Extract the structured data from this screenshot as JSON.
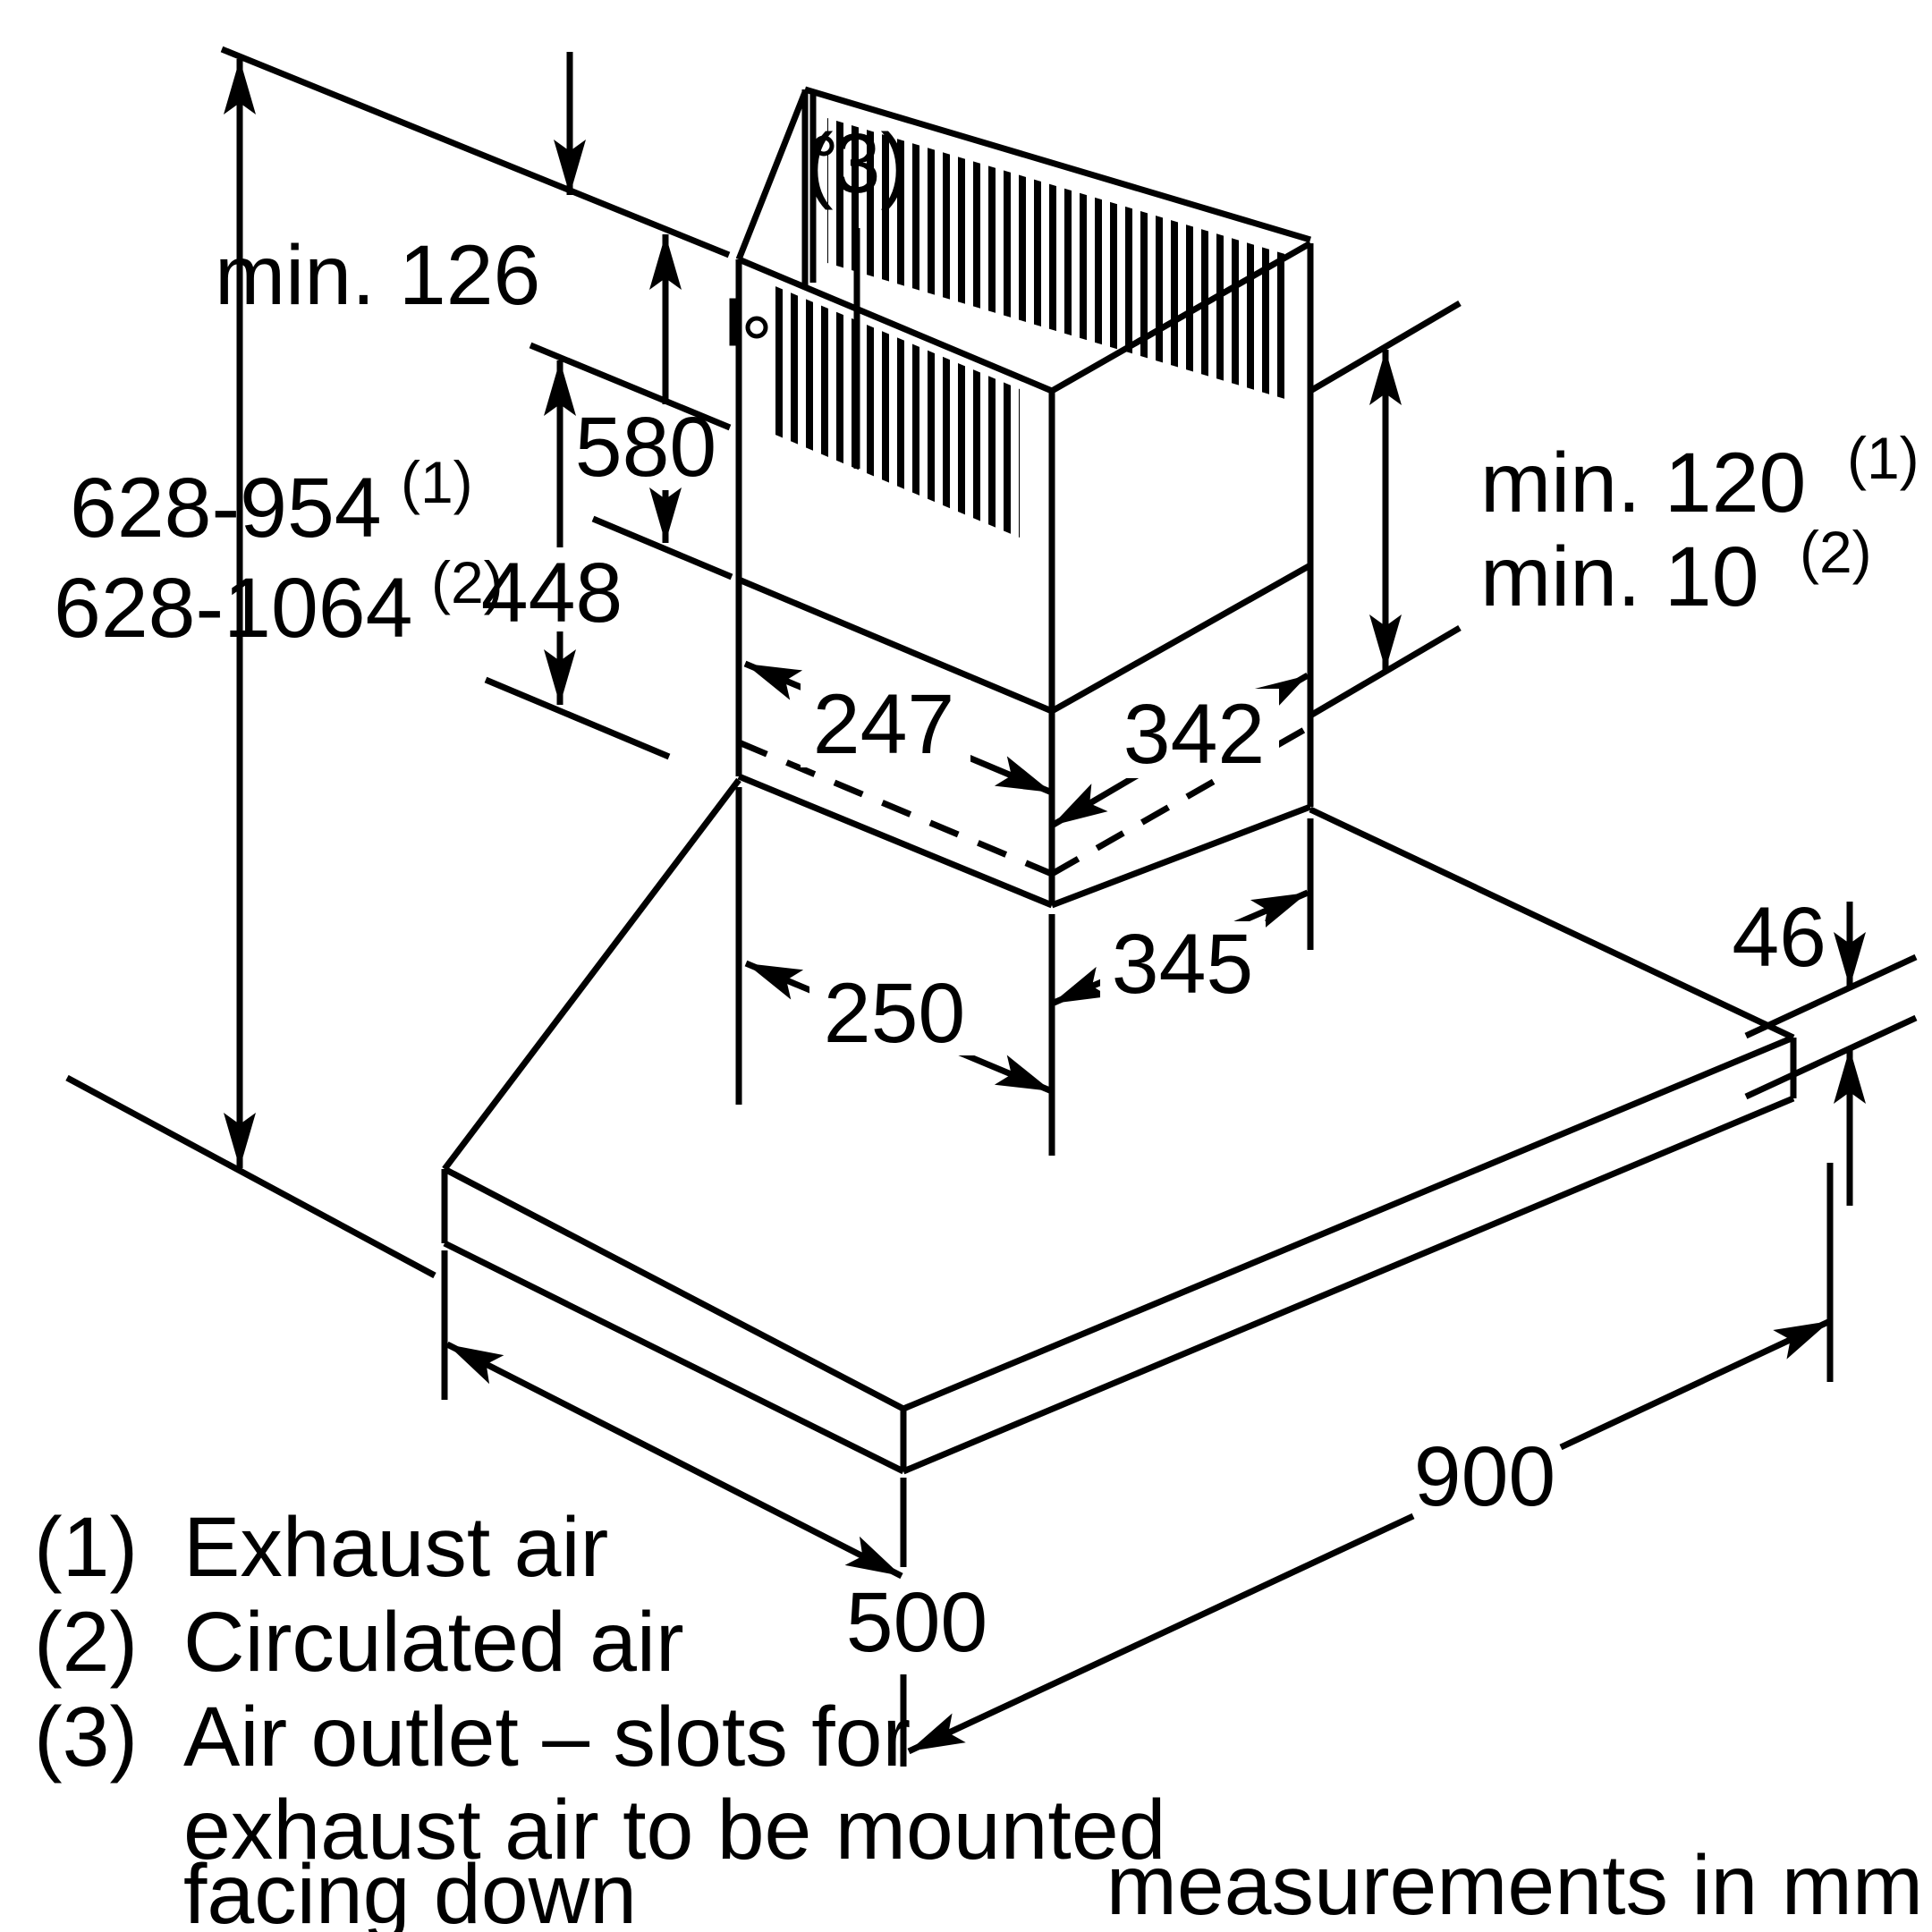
{
  "dimensions": {
    "ceiling_clearance": "min. 126",
    "overall_height_exhaust": {
      "value": "628-954",
      "sup": "(1)"
    },
    "overall_height_recirc": {
      "value": "628-1064",
      "sup": "(2)"
    },
    "upper_chimney_height": "580",
    "lower_chimney_height": "448",
    "upper_duct_width": "247",
    "upper_duct_depth": "342",
    "extension_exhaust": {
      "value": "min. 120",
      "sup": "(1)"
    },
    "extension_recirc": {
      "value": "min. 10",
      "sup": "(2)"
    },
    "lower_duct_width": "250",
    "lower_duct_depth": "345",
    "canopy_thickness": "46",
    "canopy_width": "900",
    "canopy_depth": "500",
    "air_outlet_label": "(3)"
  },
  "footnotes": [
    {
      "marker": "(1)",
      "text": "Exhaust air"
    },
    {
      "marker": "(2)",
      "text": "Circulated air"
    },
    {
      "marker": "(3)",
      "text": "Air outlet – slots for",
      "text_line2": "exhaust air to be mounted",
      "text_line3": "facing down"
    }
  ],
  "footer": "measurements in mm"
}
